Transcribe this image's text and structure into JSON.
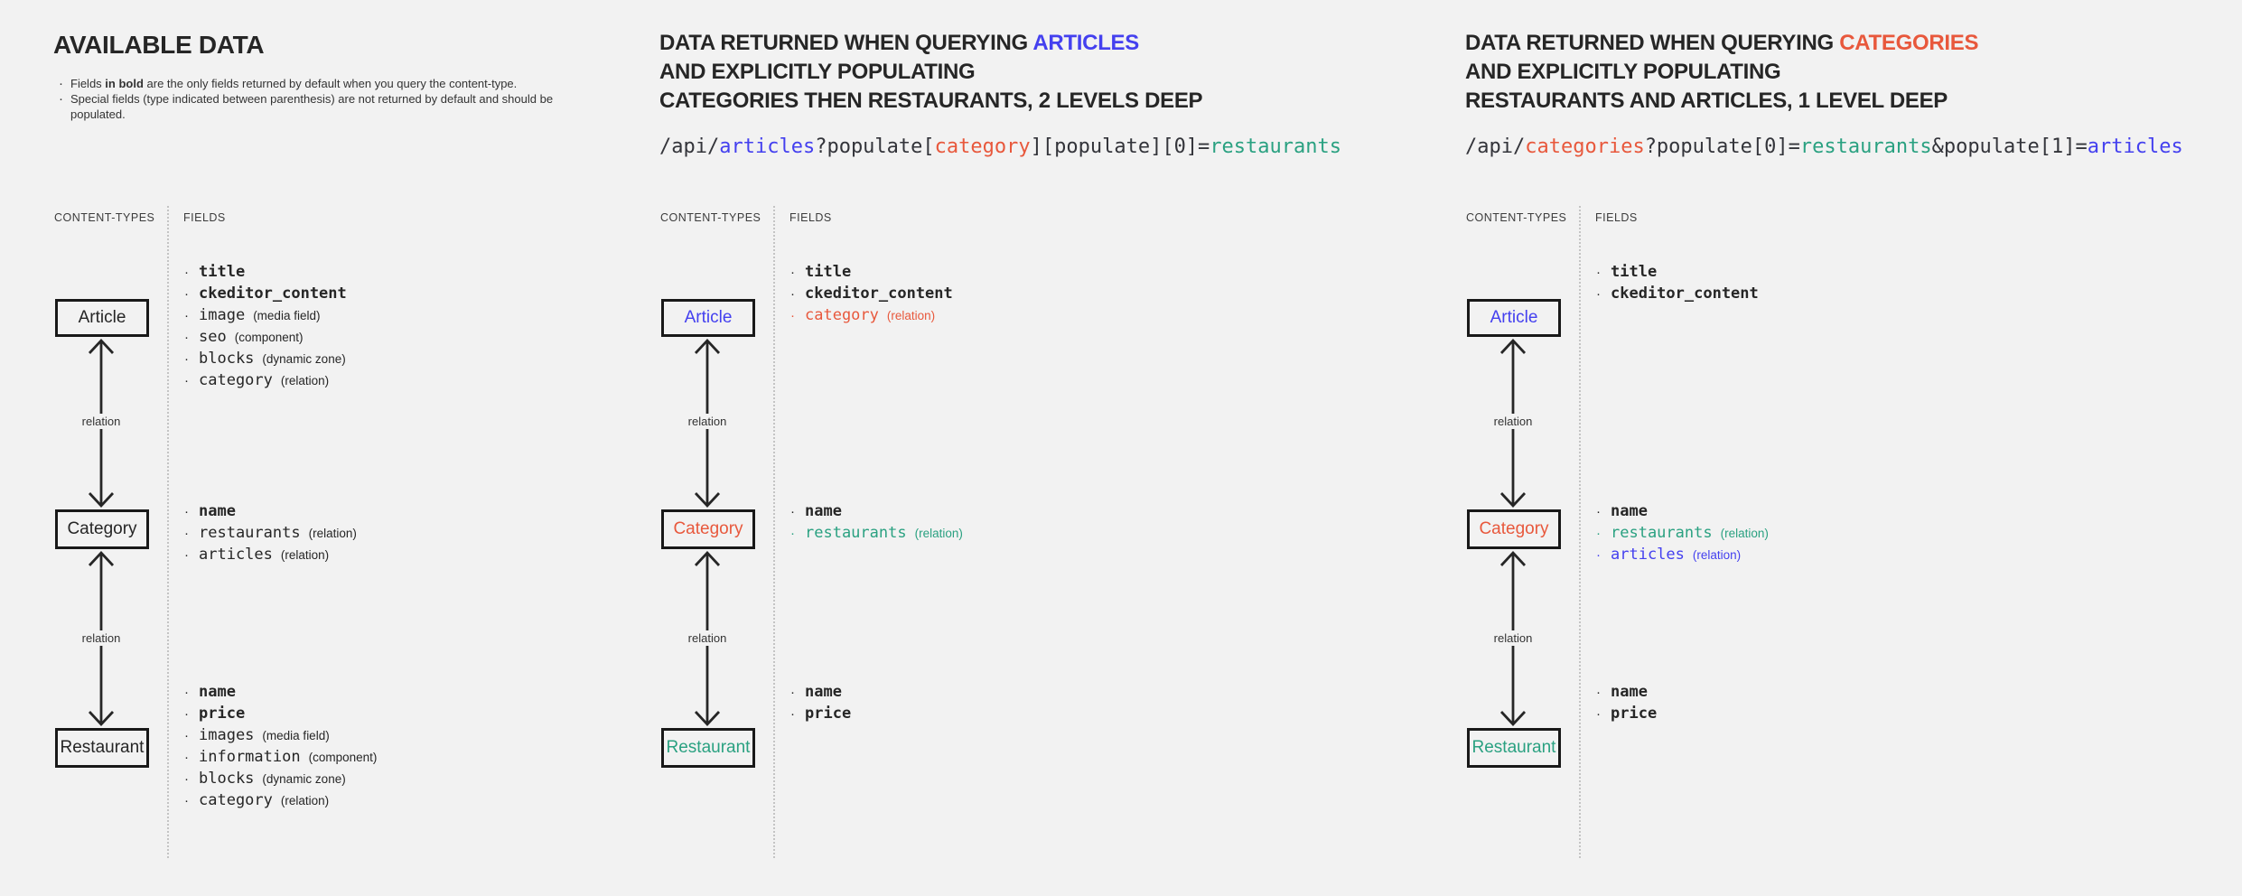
{
  "colors": {
    "background": "#f2f2f2",
    "text": "#262626",
    "blue": "#4440ef",
    "red": "#e8583c",
    "teal": "#2aa181",
    "box_border": "#191919",
    "divider_dots": "#c4c4c4"
  },
  "shared": {
    "bullet": "·",
    "content_types_label": "CONTENT-TYPES",
    "fields_label": "FIELDS",
    "relation_label": "relation"
  },
  "columns": [
    {
      "title": "AVAILABLE DATA",
      "notes": [
        {
          "prefix": "Fields ",
          "bold": "in bold",
          "suffix": " are the only fields returned by default when you query the content-type."
        },
        {
          "prefix": "Special fields (type indicated between parenthesis) are not returned by default and should be populated.",
          "bold": "",
          "suffix": ""
        }
      ],
      "types": [
        {
          "name": "Article",
          "color": "default",
          "fields": [
            {
              "name": "title",
              "bold": true
            },
            {
              "name": "ckeditor_content",
              "bold": true
            },
            {
              "name": "image",
              "type": "(media field)"
            },
            {
              "name": "seo",
              "type": "(component)"
            },
            {
              "name": "blocks",
              "type": "(dynamic zone)"
            },
            {
              "name": "category",
              "type": "(relation)"
            }
          ]
        },
        {
          "name": "Category",
          "color": "default",
          "fields": [
            {
              "name": "name",
              "bold": true
            },
            {
              "name": "restaurants",
              "type": "(relation)"
            },
            {
              "name": "articles",
              "type": "(relation)"
            }
          ]
        },
        {
          "name": "Restaurant",
          "color": "default",
          "fields": [
            {
              "name": "name",
              "bold": true
            },
            {
              "name": "price",
              "bold": true
            },
            {
              "name": "images",
              "type": "(media field)"
            },
            {
              "name": "information",
              "type": "(component)"
            },
            {
              "name": "blocks",
              "type": "(dynamic zone)"
            },
            {
              "name": "category",
              "type": "(relation)"
            }
          ]
        }
      ]
    },
    {
      "title": {
        "line1_prefix": "DATA RETURNED WHEN QUERYING ",
        "line1_highlight": "ARTICLES",
        "line2": "AND EXPLICITLY POPULATING",
        "line3": "CATEGORIES THEN RESTAURANTS, 2 LEVELS DEEP"
      },
      "api_segments": [
        {
          "text": "/api/",
          "color": "default"
        },
        {
          "text": "articles",
          "color": "blue"
        },
        {
          "text": "?populate[",
          "color": "default"
        },
        {
          "text": "category",
          "color": "red"
        },
        {
          "text": "][populate][0]=",
          "color": "default"
        },
        {
          "text": "restaurants",
          "color": "teal"
        }
      ],
      "types": [
        {
          "name": "Article",
          "color": "blue",
          "fields": [
            {
              "name": "title",
              "bold": true
            },
            {
              "name": "ckeditor_content",
              "bold": true
            },
            {
              "name": "category",
              "type": "(relation)",
              "color": "red"
            }
          ]
        },
        {
          "name": "Category",
          "color": "red",
          "fields": [
            {
              "name": "name",
              "bold": true
            },
            {
              "name": "restaurants",
              "type": "(relation)",
              "color": "teal"
            }
          ]
        },
        {
          "name": "Restaurant",
          "color": "teal",
          "fields": [
            {
              "name": "name",
              "bold": true
            },
            {
              "name": "price",
              "bold": true
            }
          ]
        }
      ]
    },
    {
      "title": {
        "line1_prefix": "DATA RETURNED WHEN QUERYING ",
        "line1_highlight": "CATEGORIES",
        "line2": "AND EXPLICITLY POPULATING",
        "line3": "RESTAURANTS AND ARTICLES, 1 LEVEL DEEP"
      },
      "api_segments": [
        {
          "text": "/api/",
          "color": "default"
        },
        {
          "text": "categories",
          "color": "red"
        },
        {
          "text": "?populate[0]=",
          "color": "default"
        },
        {
          "text": "restaurants",
          "color": "teal"
        },
        {
          "text": "&populate[1]=",
          "color": "default"
        },
        {
          "text": "articles",
          "color": "blue"
        }
      ],
      "types": [
        {
          "name": "Article",
          "color": "blue",
          "fields": [
            {
              "name": "title",
              "bold": true
            },
            {
              "name": "ckeditor_content",
              "bold": true
            }
          ]
        },
        {
          "name": "Category",
          "color": "red",
          "fields": [
            {
              "name": "name",
              "bold": true
            },
            {
              "name": "restaurants",
              "type": "(relation)",
              "color": "teal"
            },
            {
              "name": "articles",
              "type": "(relation)",
              "color": "blue"
            }
          ]
        },
        {
          "name": "Restaurant",
          "color": "teal",
          "fields": [
            {
              "name": "name",
              "bold": true
            },
            {
              "name": "price",
              "bold": true
            }
          ]
        }
      ]
    }
  ]
}
